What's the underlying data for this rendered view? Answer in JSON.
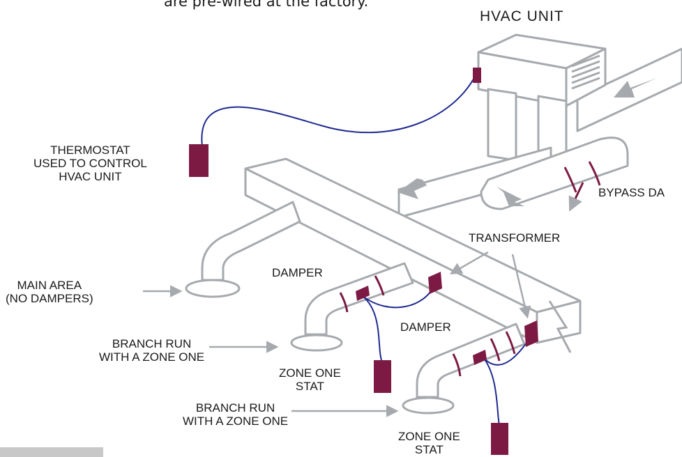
{
  "caption": "are pre-wired at the factory.",
  "title": "HVAC  UNIT",
  "labels": {
    "thermostat": [
      "THERMOSTAT",
      "USED TO CONTROL",
      "HVAC UNIT"
    ],
    "bypass": "BYPASS DA",
    "transformer": "TRANSFORMER",
    "damper_top": "DAMPER",
    "damper_bottom": "DAMPER",
    "main_area": [
      "MAIN AREA",
      "(NO DAMPERS)"
    ],
    "branch_1": [
      "BRANCH RUN",
      "WITH A ZONE ONE"
    ],
    "branch_2": [
      "BRANCH RUN",
      "WITH A ZONE ONE"
    ],
    "zone_stat_1": [
      "ZONE ONE",
      "STAT"
    ],
    "zone_stat_2": [
      "ZONE ONE",
      "STAT"
    ]
  },
  "colors": {
    "duct_fill": "#ffffff",
    "duct_stroke": "#a6a9ad",
    "component": "#7c1a44",
    "wire": "#1f2a8f",
    "arrow": "#a6a9ad",
    "text": "#1a1a1a"
  }
}
